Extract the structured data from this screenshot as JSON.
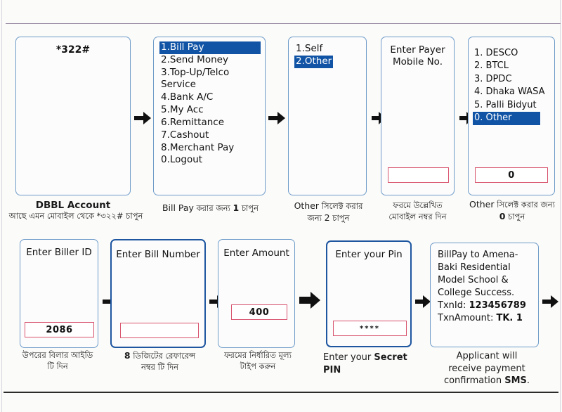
{
  "diagram": {
    "title": "DBBL Mobile Banking Bill Pay USSD flow",
    "colors": {
      "screen_border": "#2f6bb0",
      "highlight_bg": "#1154a6",
      "field_border": "#d8546e",
      "rule_top": "#9b8ea6",
      "rule_bottom": "#2b2b2b"
    }
  },
  "steps": [
    {
      "id": "dial",
      "screen_title": "*322#",
      "caption_en": "DBBL Account",
      "caption_bn": "আছে এমন মোবাইল থেকে *৩২২# চাপুন"
    },
    {
      "id": "main-menu",
      "menu": [
        {
          "label": "1.Bill Pay",
          "selected": true
        },
        {
          "label": "2.Send Money",
          "selected": false
        },
        {
          "label": "3.Top-Up/Telco",
          "selected": false
        },
        {
          "label": "Service",
          "selected": false
        },
        {
          "label": "4.Bank A/C",
          "selected": false
        },
        {
          "label": "5.My Acc",
          "selected": false
        },
        {
          "label": "6.Remittance",
          "selected": false
        },
        {
          "label": "7.Cashout",
          "selected": false
        },
        {
          "label": "8.Merchant Pay",
          "selected": false
        },
        {
          "label": "0.Logout",
          "selected": false
        }
      ],
      "caption_prefix": "Bill Pay",
      "caption_bn": "করার জন্য",
      "caption_key": "1",
      "caption_suffix": "চাপুন"
    },
    {
      "id": "self-other",
      "menu": [
        {
          "label": "1.Self",
          "selected": false
        },
        {
          "label": "2.Other",
          "selected": true
        }
      ],
      "caption_prefix": "Other",
      "caption_bn": "সিলেক্ট করার",
      "caption_bn2": "জন্য",
      "caption_key": "2",
      "caption_suffix": "চাপুন"
    },
    {
      "id": "payer-mobile",
      "screen_title": "Enter Payer\nMobile No.",
      "field_value": "",
      "caption_bn": "ফরমে উল্লেখিত",
      "caption_bn2": "মোবাইল নম্বর দিন"
    },
    {
      "id": "biller-list",
      "menu": [
        {
          "label": "1. DESCO",
          "selected": false
        },
        {
          "label": "2. BTCL",
          "selected": false
        },
        {
          "label": "3. DPDC",
          "selected": false
        },
        {
          "label": "4. Dhaka WASA",
          "selected": false
        },
        {
          "label": "5. Palli Bidyut",
          "selected": false
        },
        {
          "label": "0. Other",
          "selected": true
        }
      ],
      "field_value": "0",
      "caption_prefix": "Other",
      "caption_bn": "সিলেক্ট করার জন্য",
      "caption_key": "0",
      "caption_suffix": "চাপুন"
    },
    {
      "id": "biller-id",
      "screen_title": "Enter Biller ID",
      "field_value": "2086",
      "caption_bn": "উপরের বিলার আইডি",
      "caption_bn2": "টি দিন"
    },
    {
      "id": "bill-number",
      "screen_title": "Enter Bill Number",
      "field_value": "",
      "caption_key": "8",
      "caption_bn": "ডিজিটের রেফারেন্স",
      "caption_bn2": "নম্বর টি দিন"
    },
    {
      "id": "amount",
      "screen_title": "Enter Amount",
      "field_value": "400",
      "caption_bn": "ফরমের নির্ধারিত মূল্য",
      "caption_bn2": "টাইপ করুন"
    },
    {
      "id": "pin",
      "screen_title": "Enter your Pin",
      "field_value": "****",
      "caption_en_1": "Enter your ",
      "caption_en_bold": "Secret",
      "caption_en_2": "PIN"
    },
    {
      "id": "success",
      "result_line1": "BillPay to Amena-",
      "result_line2": "Baki Residential",
      "result_line3": "Model School &",
      "result_line4": "College Success.",
      "result_txnid_label": "TxnId: ",
      "result_txnid_value": "123456789",
      "result_amount_label": "TxnAmount: ",
      "result_amount_value": "TK. 1",
      "caption_en_1": "Applicant will",
      "caption_en_2": "receive payment",
      "caption_en_3": "confirmation ",
      "caption_en_bold": "SMS",
      "caption_en_4": "."
    }
  ]
}
